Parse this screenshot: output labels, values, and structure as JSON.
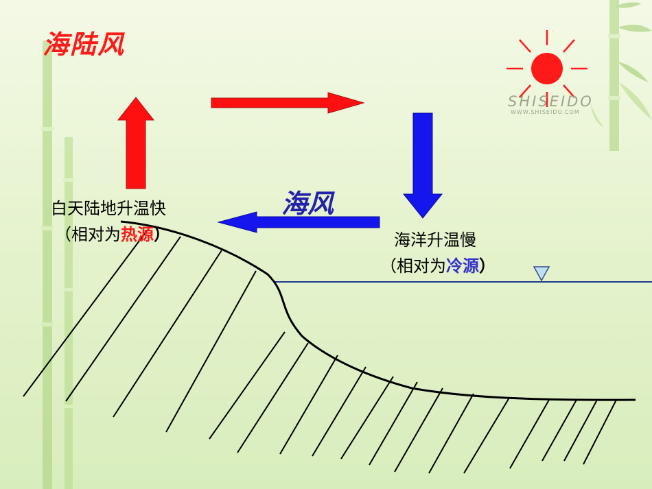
{
  "title": "海陆风",
  "sea_breeze_label": "海风",
  "land": {
    "line1": "白天陆地升温快",
    "line2_prefix": "（相对为",
    "line2_highlight": "热源",
    "line2_suffix": "）"
  },
  "sea": {
    "line1": "海洋升温慢",
    "line2_prefix": "（相对为",
    "line2_highlight": "冷源",
    "line2_suffix": "）"
  },
  "logo": {
    "wordmark": "SHISEIDO",
    "url": "WWW.SHISEIDO.COM",
    "icon": "sun-icon"
  },
  "colors": {
    "title": "#ff1a1a",
    "sea_breeze_label": "#2222aa",
    "warm_arrow": "#ff1010",
    "cool_arrow": "#1515ee",
    "sea_surface": "#1f3a8c",
    "sun": "#ff1a1a",
    "bamboo": "#9cc96a"
  }
}
